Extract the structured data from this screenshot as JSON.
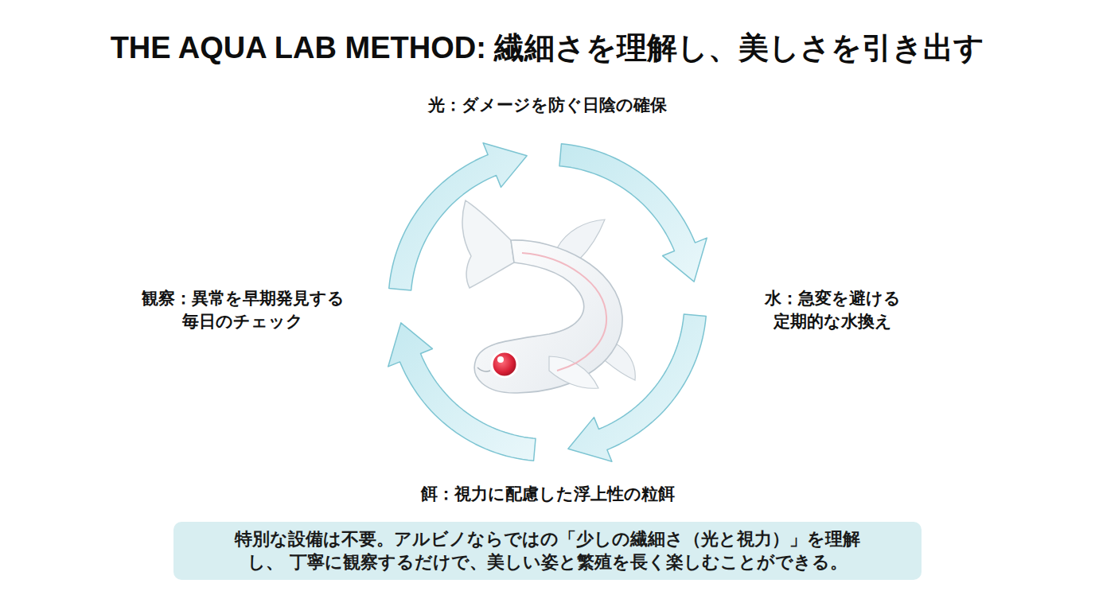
{
  "diagram": {
    "title": "THE AQUA LAB METHOD: 繊細さを理解し、美しさを引き出す",
    "nodes": [
      {
        "text": [
          "特別な設備は不要。アルビノならではの「少しの繊細さ（光と視力）」を理解し、 丁寧に観察するだけで、美しい姿と繁殖を長く楽しむことができる。"
        ]
      }
    ],
    "labels": [
      "光：ダメージを防ぐ日陰の確保",
      "水：急変を避ける 定期的な水換え",
      "餌：視力に配慮した浮上性の粒餌",
      "観察：異常を早期発見する 毎日のチェック"
    ]
  }
}
